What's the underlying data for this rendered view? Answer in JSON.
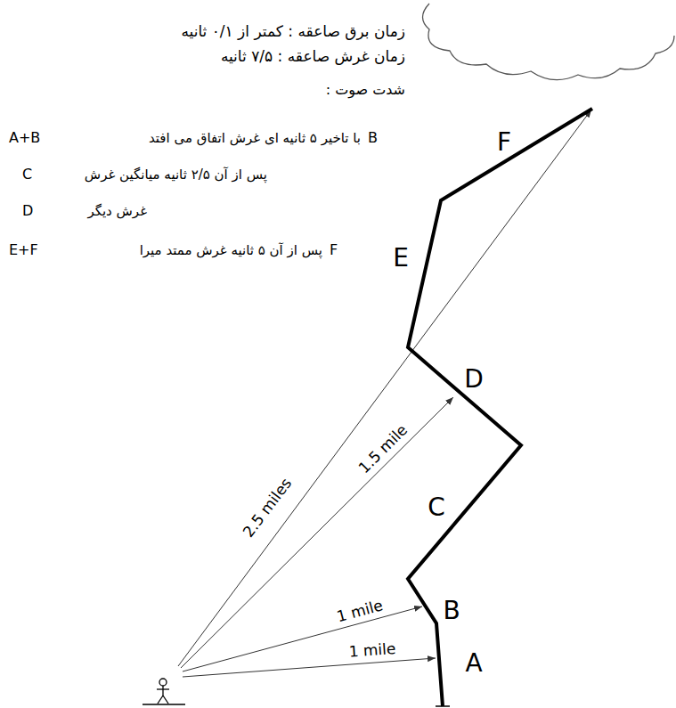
{
  "diagram": {
    "labels": [
      "زمان برق صاعقه : کمتر از ۰/۱ ثانیه",
      "زمان غرش صاعقه : ۷/۵ ثانیه",
      "شدت صوت :",
      "A+B",
      "با تاخیر ۵ ثانیه ای غرش اتفاق می افتد",
      "B",
      "C",
      "پس از آن ۲/۵ ثانیه میانگین غرش",
      "D",
      "غرش دیگر",
      "E+F",
      "پس از آن ۵ ثانیه غرش ممتد میرا",
      "F",
      "F",
      "E",
      "D",
      "C",
      "B",
      "A",
      "2.5 miles",
      "1.5 mile",
      "1 mile",
      "1 mile"
    ]
  }
}
